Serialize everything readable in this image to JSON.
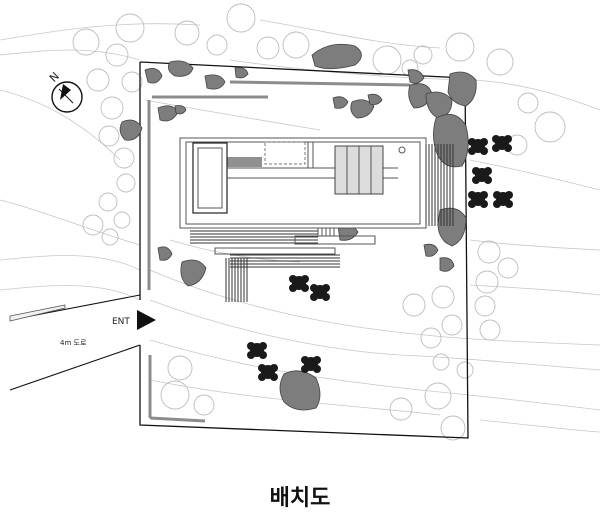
{
  "labels": {
    "north": "N",
    "entrance": "ENT",
    "road": "4m 도로",
    "caption": "배치도"
  }
}
